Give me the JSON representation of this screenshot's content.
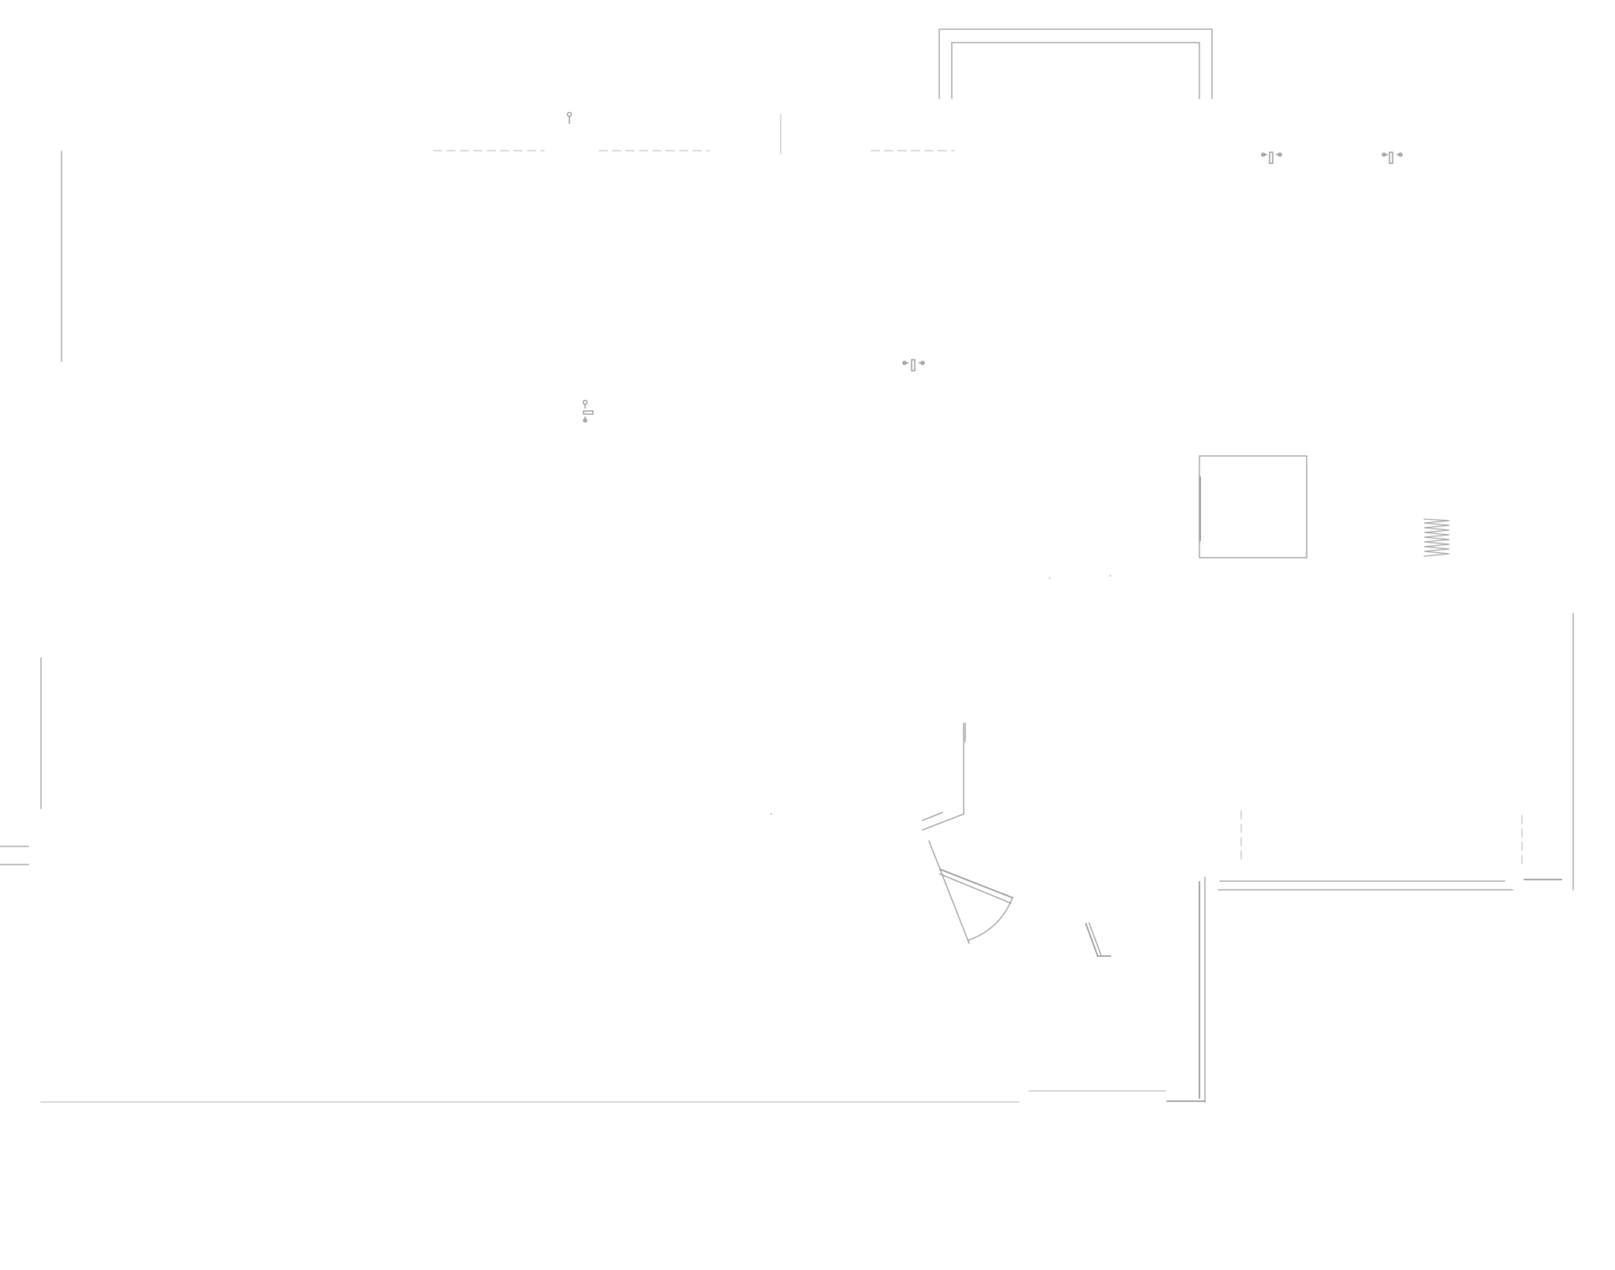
{
  "drawing": {
    "type": "architectural floor plan",
    "line_color": "#9a9a9a",
    "light_line_color": "#c8c8c8",
    "background": "#ffffff",
    "text_labels": []
  },
  "elements": {
    "doors": [
      "swing-door",
      "swing-door-small"
    ],
    "fixtures": [
      "light-switch",
      "ceiling-light",
      "radiator",
      "window-box",
      "staircase-opening"
    ]
  }
}
